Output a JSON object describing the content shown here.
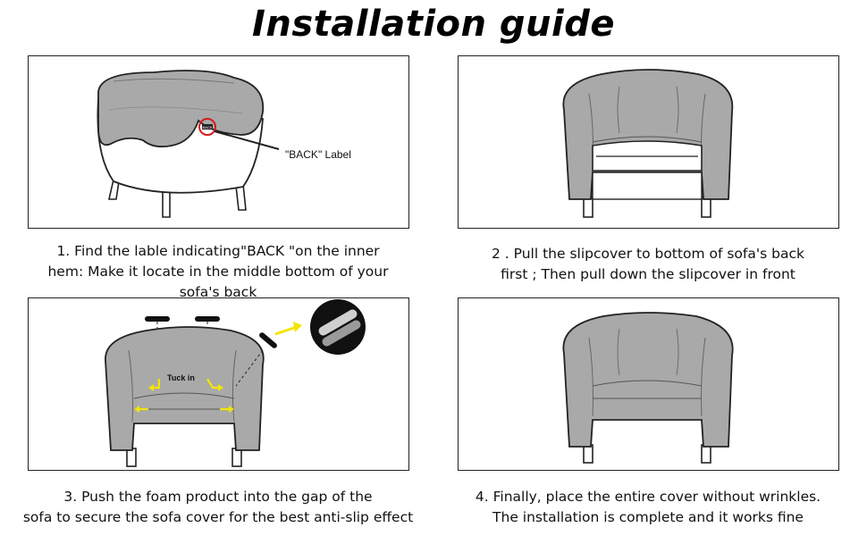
{
  "title": "Installation guide",
  "steps": [
    {
      "lines": [
        "1. Find the lable indicating\"BACK \"on the inner",
        "hem: Make it locate in the middle bottom of your",
        "sofa's back"
      ],
      "label": "\"BACK\" Label",
      "tag": "BACK"
    },
    {
      "lines": [
        "2 . Pull the slipcover to bottom of sofa's back",
        "first ; Then pull down the slipcover in front"
      ]
    },
    {
      "lines": [
        "3. Push the foam product into the gap of the",
        "sofa to secure the sofa cover for the best anti-slip effect"
      ],
      "label": "Tuck in"
    },
    {
      "lines": [
        "4. Finally, place the entire cover without wrinkles.",
        "The installation is complete and it works fine"
      ]
    }
  ],
  "colors": {
    "cover": "#a9a9a9",
    "outline": "#222222",
    "arrow": "#f5e400"
  }
}
